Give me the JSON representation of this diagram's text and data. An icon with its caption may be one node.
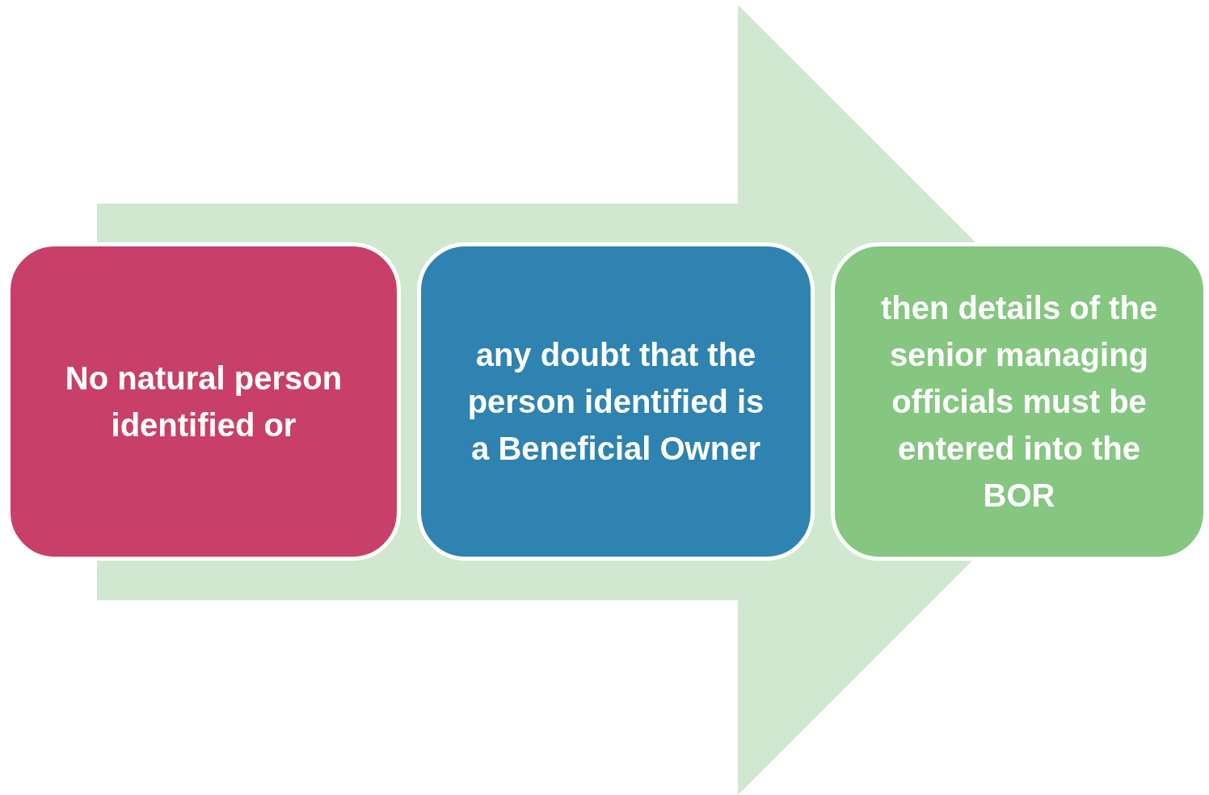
{
  "diagram": {
    "nodes": [
      {
        "text": [
          "No natural person identified or"
        ]
      },
      {
        "text": [
          "any doubt that the person identified is a Beneficial Owner"
        ]
      },
      {
        "text": [
          "then details of the senior managing officials must be entered into the BOR"
        ]
      }
    ],
    "edges": [
      {
        "from": 0,
        "to": 2,
        "arrow": "to"
      }
    ]
  }
}
